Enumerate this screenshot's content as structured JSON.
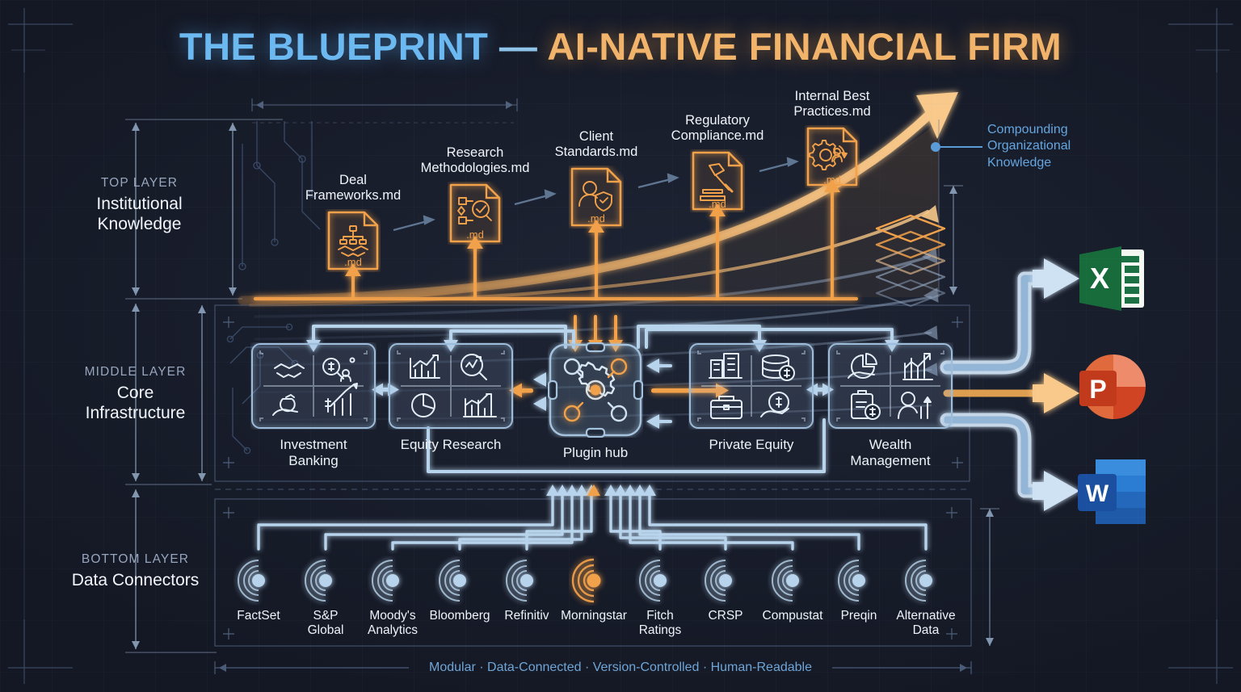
{
  "title": {
    "part1": "THE BLUEPRINT",
    "dash": "—",
    "part2": "AI-NATIVE FINANCIAL FIRM",
    "color_blue": "#6cb8f0",
    "color_orange": "#f2b36a"
  },
  "layers": [
    {
      "kicker": "TOP LAYER",
      "name": "Institutional\nKnowledge"
    },
    {
      "kicker": "MIDDLE LAYER",
      "name": "Core\nInfrastructure"
    },
    {
      "kicker": "BOTTOM LAYER",
      "name": "Data Connectors"
    }
  ],
  "layer_captions": {
    "top_kicker": "TOP LAYER",
    "top_name_1": "Institutional",
    "top_name_2": "Knowledge",
    "mid_kicker": "MIDDLE LAYER",
    "mid_name_1": "Core",
    "mid_name_2": "Infrastructure",
    "bot_kicker": "BOTTOM LAYER",
    "bot_name_1": "Data Connectors",
    "bot_name_2": ""
  },
  "knowledge_docs": [
    {
      "line1": "Deal",
      "line2": "Frameworks.md",
      "ext": ".md",
      "icon": "handshake-hierarchy-icon"
    },
    {
      "line1": "Research",
      "line2": "Methodologies.md",
      "ext": ".md",
      "icon": "flowchart-magnifier-icon"
    },
    {
      "line1": "Client",
      "line2": "Standards.md",
      "ext": ".md",
      "icon": "user-shield-check-icon"
    },
    {
      "line1": "Regulatory",
      "line2": "Compliance.md",
      "ext": ".md",
      "icon": "gavel-icon"
    },
    {
      "line1": "Internal Best",
      "line2": "Practices.md",
      "ext": ".md",
      "icon": "gear-user-refresh-icon"
    }
  ],
  "annotation": {
    "line1": "Compounding",
    "line2": "Organizational",
    "line3": "Knowledge"
  },
  "modules": [
    {
      "label_1": "Investment",
      "label_2": "Banking",
      "icons": [
        "handshake-icon",
        "magnifier-dollar-user-icon",
        "money-bag-hand-icon",
        "dollar-growth-chart-icon"
      ]
    },
    {
      "label_1": "Equity Research",
      "label_2": "",
      "icons": [
        "bar-line-chart-icon",
        "magnifier-trend-icon",
        "pie-chart-icon",
        "bar-chart-arrow-icon"
      ]
    },
    {
      "label_1": "Plugin hub",
      "label_2": "",
      "icons": [
        "gear-hub-icon"
      ]
    },
    {
      "label_1": "Private Equity",
      "label_2": "",
      "icons": [
        "buildings-icon",
        "coins-dollar-icon",
        "briefcase-icon",
        "dollar-circle-hand-icon"
      ]
    },
    {
      "label_1": "Wealth",
      "label_2": "Management",
      "icons": [
        "pie-hand-icon",
        "growth-chart-icon",
        "clipboard-dollar-icon",
        "person-growth-icon"
      ]
    }
  ],
  "connectors": [
    {
      "label_1": "FactSet",
      "label_2": "",
      "highlight": false
    },
    {
      "label_1": "S&P",
      "label_2": "Global",
      "highlight": false
    },
    {
      "label_1": "Moody's",
      "label_2": "Analytics",
      "highlight": false
    },
    {
      "label_1": "Bloomberg",
      "label_2": "",
      "highlight": false
    },
    {
      "label_1": "Refinitiv",
      "label_2": "",
      "highlight": false
    },
    {
      "label_1": "Morningstar",
      "label_2": "",
      "highlight": true
    },
    {
      "label_1": "Fitch",
      "label_2": "Ratings",
      "highlight": false
    },
    {
      "label_1": "CRSP",
      "label_2": "",
      "highlight": false
    },
    {
      "label_1": "Compustat",
      "label_2": "",
      "highlight": false
    },
    {
      "label_1": "Preqin",
      "label_2": "",
      "highlight": false
    },
    {
      "label_1": "Alternative",
      "label_2": "Data",
      "highlight": false
    }
  ],
  "outputs": [
    {
      "name": "Excel",
      "glyph": "X",
      "color": "#1d7044",
      "arrow_color": "#b8d4ec"
    },
    {
      "name": "PowerPoint",
      "glyph": "P",
      "color": "#d04423",
      "arrow_color": "#f2b36a"
    },
    {
      "name": "Word",
      "glyph": "W",
      "color": "#1b5ebe",
      "arrow_color": "#b8d4ec"
    }
  ],
  "footer": "Modular · Data-Connected · Version-Controlled · Human-Readable",
  "theme": {
    "bg": "#181d2b",
    "orange": "#f2a14b",
    "blue": "#b8d4ec",
    "grid": "#3d4a63",
    "dim": "#7f93ae"
  }
}
